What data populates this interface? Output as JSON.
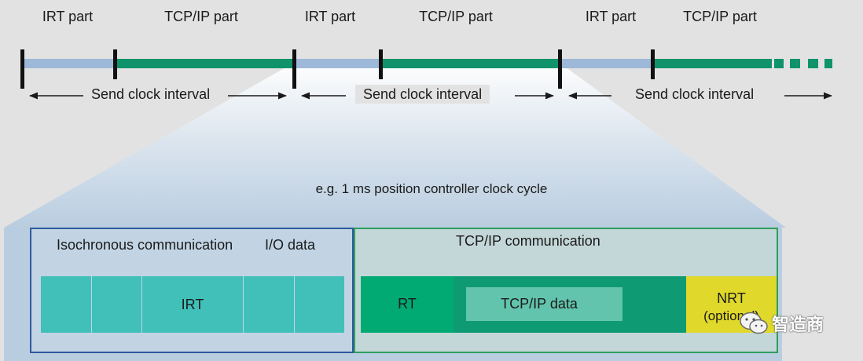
{
  "top_row": {
    "segments": [
      {
        "label": "IRT part"
      },
      {
        "label": "TCP/IP part"
      },
      {
        "label": "IRT part"
      },
      {
        "label": "TCP/IP part"
      },
      {
        "label": "IRT part"
      },
      {
        "label": "TCP/IP part"
      }
    ],
    "interval_label": "Send clock interval"
  },
  "cycle_label": "e.g. 1 ms position controller clock cycle",
  "isochronous_box": {
    "title": "Isochronous communication",
    "subtitle": "I/O data",
    "cell_label": "IRT"
  },
  "tcpip_box": {
    "title": "TCP/IP communication",
    "rt_label": "RT",
    "data_label": "TCP/IP data",
    "nrt_label": "NRT",
    "nrt_note": "(optional)"
  },
  "watermark": {
    "text": "智造商"
  },
  "colors": {
    "irt_bar": "#9db8d8",
    "tcp_bar": "#10936a",
    "iso_border": "#2d5a9c",
    "tcp_border": "#2f9e5d",
    "irt_cell": "#40c0b8",
    "rt_cell": "#00aa72",
    "tcp_cell": "#0e9a72",
    "tcp_data": "#62c4ac",
    "nrt_cell": "#e0d82a"
  }
}
